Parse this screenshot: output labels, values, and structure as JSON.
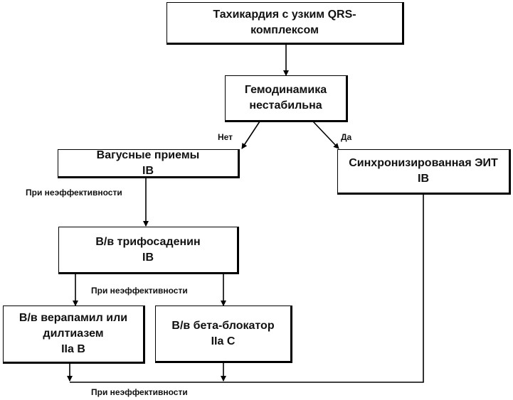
{
  "nodes": {
    "start": {
      "lines": [
        "Тахикардия с узким QRS-",
        "комплексом"
      ]
    },
    "hemodynamics": {
      "lines": [
        "Гемодинамика",
        "нестабильна"
      ]
    },
    "vagal": {
      "lines": [
        "Вагусные приемы",
        "IB"
      ]
    },
    "eit": {
      "lines": [
        "Синхронизированная ЭИТ",
        "IB"
      ]
    },
    "triphosadenine": {
      "lines": [
        "В/в трифосаденин",
        "IB"
      ]
    },
    "verapamil": {
      "lines": [
        "В/в верапамил или",
        "дилтиазем",
        "IIa B"
      ]
    },
    "betablocker": {
      "lines": [
        "В/в бета-блокатор",
        "IIa C"
      ]
    }
  },
  "edge_labels": {
    "no": "Нет",
    "yes": "Да",
    "ineffective_1": "При неэффективности",
    "ineffective_2": "При неэффективности",
    "ineffective_3": "При неэффективности"
  }
}
